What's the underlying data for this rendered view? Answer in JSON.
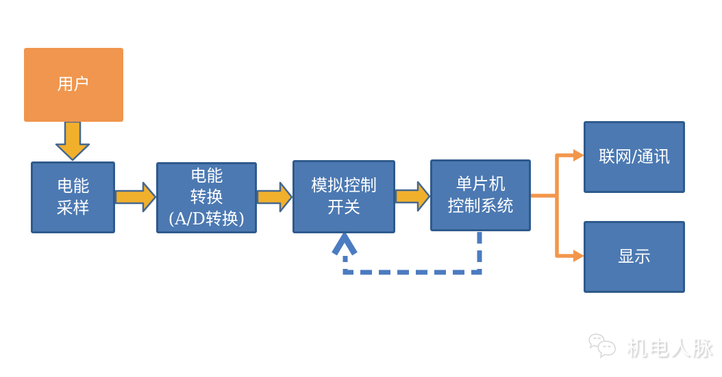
{
  "colors": {
    "background": "#FFFFFF",
    "box_blue_fill": "#4C79B2",
    "box_blue_border": "#2F5A8C",
    "box_orange_fill": "#F0964E",
    "arrow_gold_fill": "#F1B02C",
    "arrow_gold_border": "#46688F",
    "connector_orange": "#F2964B",
    "feedback_blue": "#4B7BC0",
    "node_text": "#FFFFFF",
    "watermark_text": "#FEFEFE",
    "watermark_shadow": "#C9C9C9",
    "watermark_logo": "#D8D8D8"
  },
  "diagram": {
    "nodes": {
      "user": {
        "label": "用户"
      },
      "sampling": {
        "line1": "电能",
        "line2": "采样"
      },
      "conversion": {
        "line1": "电能",
        "line2": "转换",
        "line3": "(A/D转换)"
      },
      "analog_switch": {
        "line1": "模拟控制",
        "line2": "开关"
      },
      "mcu": {
        "line1": "单片机",
        "line2": "控制系统"
      },
      "network": {
        "label": "联网/通讯"
      },
      "display": {
        "label": "显示"
      }
    },
    "edges": [
      {
        "from": "用户",
        "to": "电能采样",
        "style": "gold-block-arrow",
        "direction": "down"
      },
      {
        "from": "电能采样",
        "to": "电能转换(A/D转换)",
        "style": "gold-block-arrow",
        "direction": "right"
      },
      {
        "from": "电能转换(A/D转换)",
        "to": "模拟控制开关",
        "style": "gold-block-arrow",
        "direction": "right"
      },
      {
        "from": "模拟控制开关",
        "to": "单片机控制系统",
        "style": "gold-block-arrow",
        "direction": "right"
      },
      {
        "from": "单片机控制系统",
        "to": "联网/通讯",
        "style": "orange-line-arrow",
        "direction": "branch-up-right"
      },
      {
        "from": "单片机控制系统",
        "to": "显示",
        "style": "orange-line-arrow",
        "direction": "branch-down-right"
      },
      {
        "from": "单片机控制系统",
        "to": "模拟控制开关",
        "style": "blue-dashed-feedback",
        "direction": "down-left-up"
      }
    ]
  },
  "watermark": {
    "text": "机电人脉",
    "logo": "wechat-bubbles-icon"
  }
}
